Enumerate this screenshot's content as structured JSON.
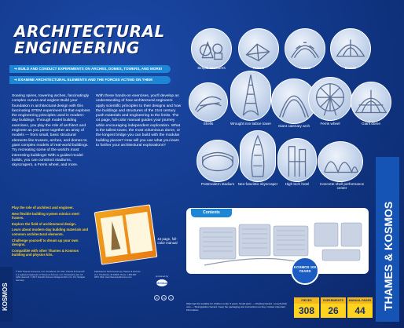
{
  "title": {
    "line1": "ARCHITECTURAL",
    "line2": "ENGINEERING"
  },
  "bullets": [
    "BUILD AND CONDUCT EXPERIMENTS ON ARCHES, DOMES, TOWERS, AND MORE!",
    "EXAMINE ARCHITECTURAL ELEMENTS AND THE FORCES ACTING ON THEM"
  ],
  "intro": "Soaring spires, towering arches, fascinatingly complex curves and angles! Build your foundation in architectural design with this fascinating STEM experiment kit that explores the engineering principles used in modern-day buildings. Through model building exercises, you play the role of architect and engineer as you piece together an array of models — from small, basic structural elements like trusses, arches, and domes to giant complex models of real-world buildings. Try recreating some of the world's most interesting buildings! With a guided model builds, you can construct stadiums, skyscrapers, a Ferris wheel, and more.",
  "body2": "With these hands-on exercises, you'll develop an understanding of how architectural engineers apply scientific principles to their designs and how the buildings and structures of the 21st century push materials and engineering to the limits. The 44 page, full-color manual guides your journey while encouraging independent exploration. What is the tallest tower, the most voluminous dome, or the longest bridge you can build with the modular building pieces? How will you use what you learn to further your architectural explorations?",
  "features": [
    "Play the role of architect and engineer.",
    "New flexible building system mimics steel frames.",
    "Explore the field of architectural design.",
    "Learn about modern-day building materials and common architectural elements.",
    "Challenge yourself to dream up your own designs.",
    "Compatible with other Thames & Kosmos building and physics kits."
  ],
  "manual_caption": "44 page, full-color manual",
  "models": [
    "Simple structures",
    "Prisms",
    "Arches",
    "Domes",
    "Shells",
    "Wrought iron lattice tower",
    "Giant catenary arch",
    "Ferris wheel",
    "Giant dome",
    "Postmodern stadium",
    "Neo-futuristic skyscraper",
    "High tech hotel",
    "Concrete shell performance center"
  ],
  "contents_label": "Contents",
  "brand_side": "KOSMOS",
  "brand_vertical": "THAMES & KOSMOS",
  "seal_text": "KOSMOS 100 YEARS",
  "produced_by": "produced by",
  "produced_logo": "Genius",
  "fine_print": "© 2017 Thames & Kosmos, LLC, Providence, RI, USA. Thames & Kosmos® is a registered trademark of Thames & Kosmos, LLC. Protected by law. All rights reserved. © 2017 Franckh-Kosmos Verlags-GmbH & Co. KG, Stuttgart, Germany.",
  "fine_print2": "Distributed in North America by Thames & Kosmos, LLC. Providence, RI 02903. Phone: 1-800-587-2872. Web: www.thamesandkosmos.com",
  "warning": "Warning! Not suitable for children under 3 years. Small parts — Choking hazard. Long flexible cots — Strangulation hazard. Keep the packaging and instructions as they contain important information.",
  "stats": [
    {
      "label": "PIECES",
      "value": "308"
    },
    {
      "label": "EXPERIMENTS",
      "value": "26"
    },
    {
      "label": "MANUAL PAGES",
      "value": "44"
    }
  ],
  "icons": [
    "recycle-icon",
    "ce-icon",
    "age-icon"
  ]
}
